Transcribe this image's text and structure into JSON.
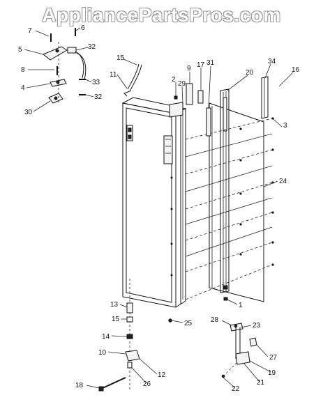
{
  "watermark": "AppliancePartsPros.com",
  "callouts": [
    {
      "id": "c7",
      "text": "7"
    },
    {
      "id": "c6",
      "text": "6"
    },
    {
      "id": "c5",
      "text": "5"
    },
    {
      "id": "c32a",
      "text": "32"
    },
    {
      "id": "c8",
      "text": "8"
    },
    {
      "id": "c4",
      "text": "4"
    },
    {
      "id": "c33",
      "text": "33"
    },
    {
      "id": "c32b",
      "text": "32"
    },
    {
      "id": "c30",
      "text": "30"
    },
    {
      "id": "c15a",
      "text": "15"
    },
    {
      "id": "c11",
      "text": "11"
    },
    {
      "id": "c2",
      "text": "2"
    },
    {
      "id": "c29",
      "text": "29"
    },
    {
      "id": "c9",
      "text": "9"
    },
    {
      "id": "c17",
      "text": "17"
    },
    {
      "id": "c31",
      "text": "31"
    },
    {
      "id": "c20",
      "text": "20"
    },
    {
      "id": "c34",
      "text": "34"
    },
    {
      "id": "c16",
      "text": "16"
    },
    {
      "id": "c3",
      "text": "3"
    },
    {
      "id": "c24",
      "text": "24"
    },
    {
      "id": "c1",
      "text": "1"
    },
    {
      "id": "c13",
      "text": "13"
    },
    {
      "id": "c15b",
      "text": "15"
    },
    {
      "id": "c25",
      "text": "25"
    },
    {
      "id": "c28",
      "text": "28"
    },
    {
      "id": "c23",
      "text": "23"
    },
    {
      "id": "c14",
      "text": "14"
    },
    {
      "id": "c27",
      "text": "27"
    },
    {
      "id": "c10",
      "text": "10"
    },
    {
      "id": "c12",
      "text": "12"
    },
    {
      "id": "c19",
      "text": "19"
    },
    {
      "id": "c26",
      "text": "26"
    },
    {
      "id": "c21",
      "text": "21"
    },
    {
      "id": "c18",
      "text": "18"
    },
    {
      "id": "c22",
      "text": "22"
    }
  ]
}
